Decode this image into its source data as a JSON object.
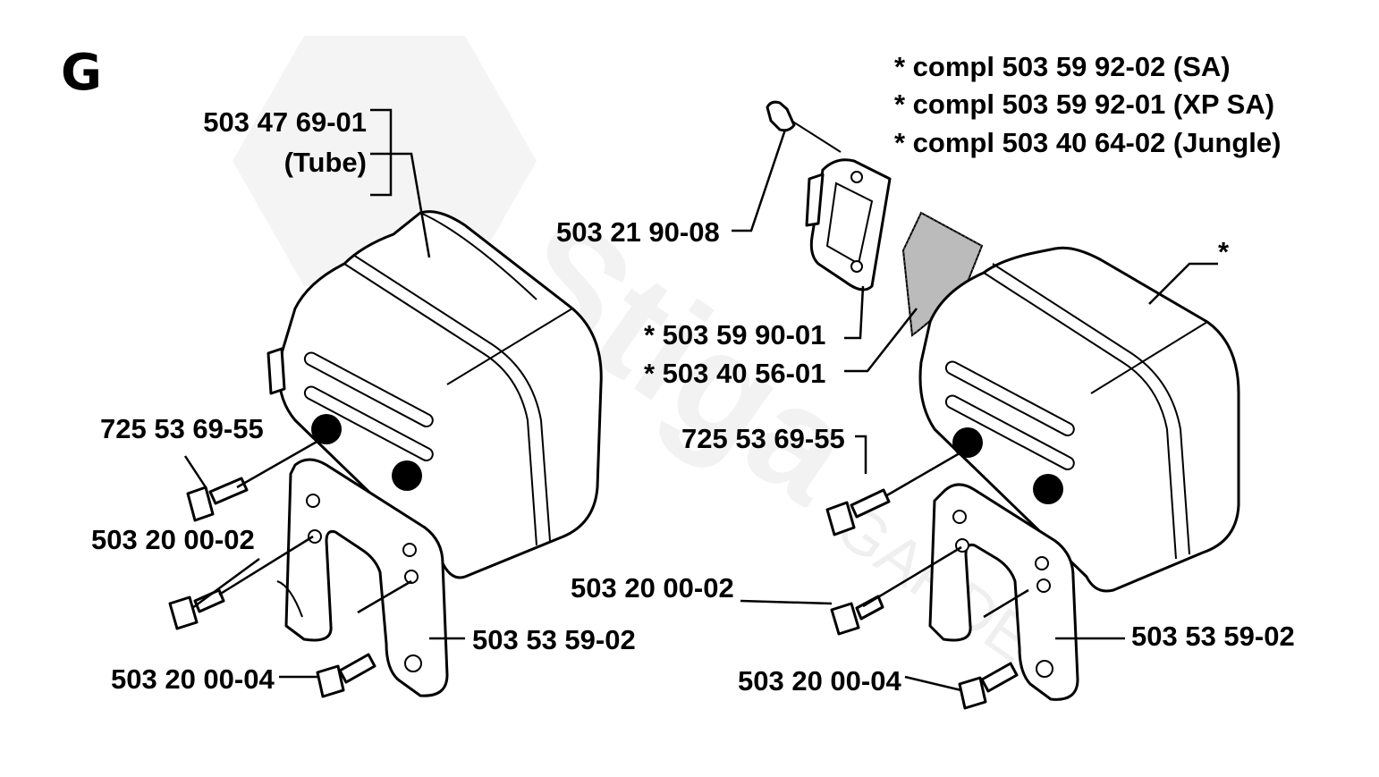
{
  "section_letter": "G",
  "watermark": {
    "brand": "Stiga",
    "sub": "GARDEN"
  },
  "left_assembly": {
    "cover_part": "503 47 69-01",
    "cover_note": "(Tube)",
    "screw_top": "725 53 69-55",
    "screw_mid": "503 20 00-02",
    "screw_bottom": "503 20 00-04",
    "bracket": "503 53 59-02"
  },
  "right_assembly": {
    "compl_lines": [
      "*  compl 503 59 92-02 (SA)",
      "*  compl 503 59 92-01 (XP SA)",
      "*  compl 503 40 64-02 (Jungle)"
    ],
    "top_screw": "503 21 90-08",
    "deflector": "*  503 59 90-01",
    "screen": "*  503 40 56-01",
    "cover_star": "*",
    "screw_top": "725 53 69-55",
    "screw_mid": "503 20 00-02",
    "screw_bottom": "503 20 00-04",
    "bracket": "503 53 59-02"
  }
}
